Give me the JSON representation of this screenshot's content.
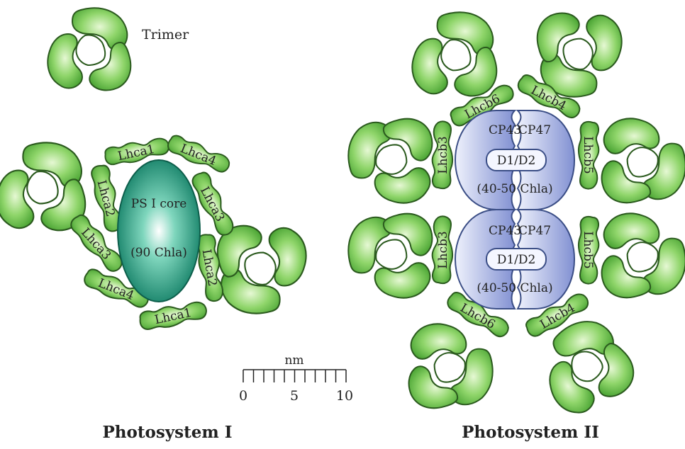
{
  "labels": {
    "trimer": "Trimer",
    "ps1_core": "PS I core",
    "ps1_chl": "(90 Chla)",
    "ps1_lhca": [
      "Lhca1",
      "Lhca4",
      "Lhca2",
      "Lhca3",
      "Lhca3",
      "Lhca2",
      "Lhca4",
      "Lhca1"
    ],
    "cp43": "CP43",
    "cp47": "CP47",
    "d1d2": "D1/D2",
    "ps2_chl": "(40-50 Chla)",
    "lhcb3": "Lhcb3",
    "lhcb4": "Lhcb4",
    "lhcb5": "Lhcb5",
    "lhcb6": "Lhcb6",
    "scale_unit": "nm",
    "scale_ticks": [
      "0",
      "5",
      "10"
    ],
    "caption_ps1": "Photosystem I",
    "caption_ps2": "Photosystem II"
  },
  "colors": {
    "green_light": "#c9eeb0",
    "green_mid": "#7ccc5a",
    "green_dark": "#3e9a2e",
    "teal_light": "#bff0e2",
    "teal_dark": "#0e7d64",
    "blue_light": "#e8ecfb",
    "blue_dark": "#7b8acf"
  }
}
